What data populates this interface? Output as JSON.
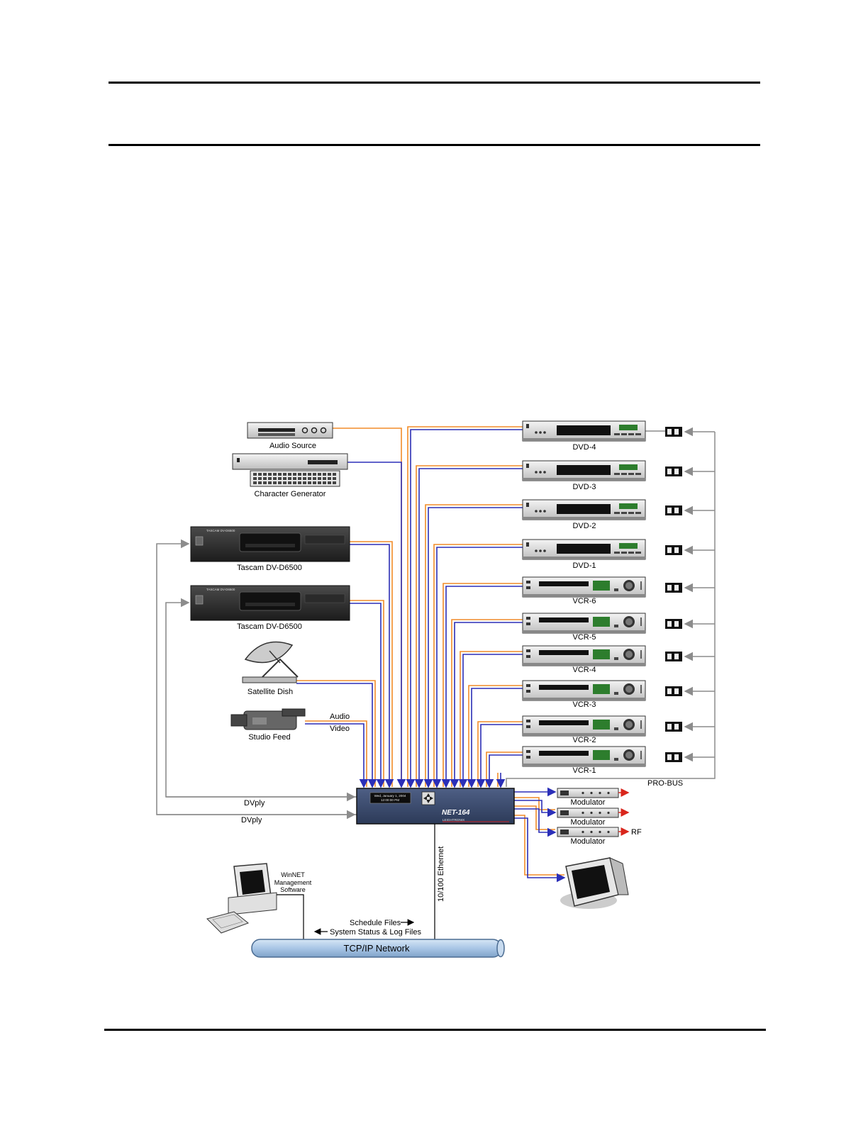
{
  "devices": {
    "audio_source": "Audio Source",
    "char_gen": "Character Generator",
    "tascam1": "Tascam DV-D6500",
    "tascam2": "Tascam DV-D6500",
    "tascam_brand": "TASCAM DV-D6500",
    "satellite": "Satellite Dish",
    "studio": "Studio Feed",
    "audio_label": "Audio",
    "video_label": "Video",
    "dvply1": "DVply",
    "dvply2": "DVply",
    "dvd": [
      "DVD-4",
      "DVD-3",
      "DVD-2",
      "DVD-1"
    ],
    "vcr": [
      "VCR-6",
      "VCR-5",
      "VCR-4",
      "VCR-3",
      "VCR-2",
      "VCR-1"
    ],
    "probus": "PRO-BUS",
    "modulators": [
      "Modulator",
      "Modulator",
      "Modulator"
    ],
    "rf": "RF",
    "ethernet": "10/100 Ethernet",
    "winnet": [
      "WinNET",
      "Management",
      "Software"
    ],
    "schedule": "Schedule Files",
    "status": "System Status & Log Files",
    "network": "TCP/IP Network",
    "net164": {
      "name": "NET-164",
      "brand": "LEIGHTRONIX",
      "date": "Wed, January 1, 2004",
      "time": "12:00:00 PM"
    }
  },
  "colors": {
    "video": "#2b2fb8",
    "audio": "#f28c28",
    "control": "#8c8c8c",
    "rf": "#d9261c",
    "net164": "#3a4a6e",
    "network": "#a9c6e6"
  }
}
